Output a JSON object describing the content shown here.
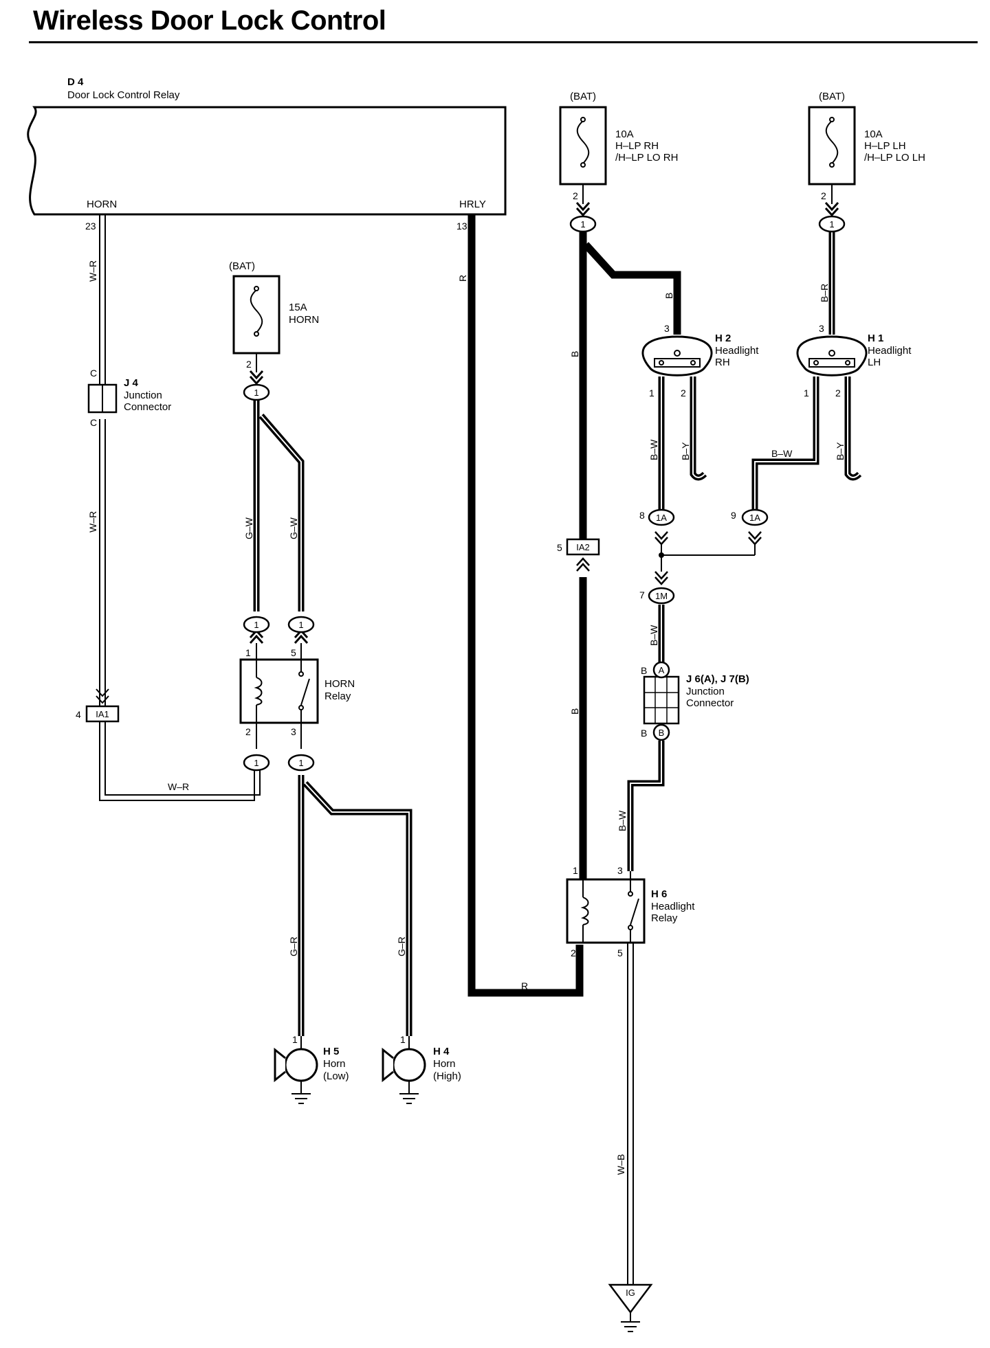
{
  "title": "Wireless Door Lock Control",
  "relay_d4": {
    "code": "D 4",
    "name": "Door Lock Control Relay",
    "term_horn": "HORN",
    "term_hrly": "HRLY",
    "pin_horn": "23",
    "pin_hrly": "13"
  },
  "bat_label": "(BAT)",
  "fuse_horn": {
    "amp": "15A",
    "name": "HORN",
    "pin": "2"
  },
  "fuse_rh": {
    "amp": "10A",
    "name1": "H–LP RH",
    "name2": "/H–LP LO RH",
    "pin": "2"
  },
  "fuse_lh": {
    "amp": "10A",
    "name1": "H–LP LH",
    "name2": "/H–LP LO LH",
    "pin": "2"
  },
  "j4": {
    "code": "J 4",
    "name1": "Junction",
    "name2": "Connector",
    "pin_top": "C",
    "pin_bottom": "C"
  },
  "j6j7": {
    "code": "J 6(A), J 7(B)",
    "name1": "Junction",
    "name2": "Connector",
    "pin_a": "A",
    "pin_b": "B",
    "side_a": "B",
    "side_b": "B"
  },
  "horn_relay": {
    "name1": "HORN",
    "name2": "Relay",
    "pin1": "1",
    "pin5": "5",
    "pin2": "2",
    "pin3": "3"
  },
  "headlight_relay": {
    "code": "H 6",
    "name1": "Headlight",
    "name2": "Relay",
    "pin1": "1",
    "pin3": "3",
    "pin2": "2",
    "pin5": "5"
  },
  "h2": {
    "code": "H 2",
    "name1": "Headlight",
    "name2": "RH",
    "pin3": "3",
    "pin1": "1",
    "pin2": "2"
  },
  "h1": {
    "code": "H 1",
    "name1": "Headlight",
    "name2": "LH",
    "pin3": "3",
    "pin1": "1",
    "pin2": "2"
  },
  "h5": {
    "code": "H 5",
    "name1": "Horn",
    "name2": "(Low)",
    "pin": "1"
  },
  "h4": {
    "code": "H 4",
    "name1": "Horn",
    "name2": "(High)",
    "pin": "1"
  },
  "connectors": {
    "one": "1",
    "ia1": "IA1",
    "ia2": "IA2",
    "onea": "1A",
    "onem": "1M",
    "ig": "IG",
    "ia1_pin": "4",
    "ia2_pin": "5",
    "onea_rh_pin": "8",
    "onea_lh_pin": "9",
    "onem_pin": "7"
  },
  "wires": {
    "wr": "W–R",
    "r": "R",
    "b": "B",
    "gw": "G–W",
    "gr": "G–R",
    "br": "B–R",
    "bw": "B–W",
    "by": "B–Y",
    "wb": "W–B"
  }
}
